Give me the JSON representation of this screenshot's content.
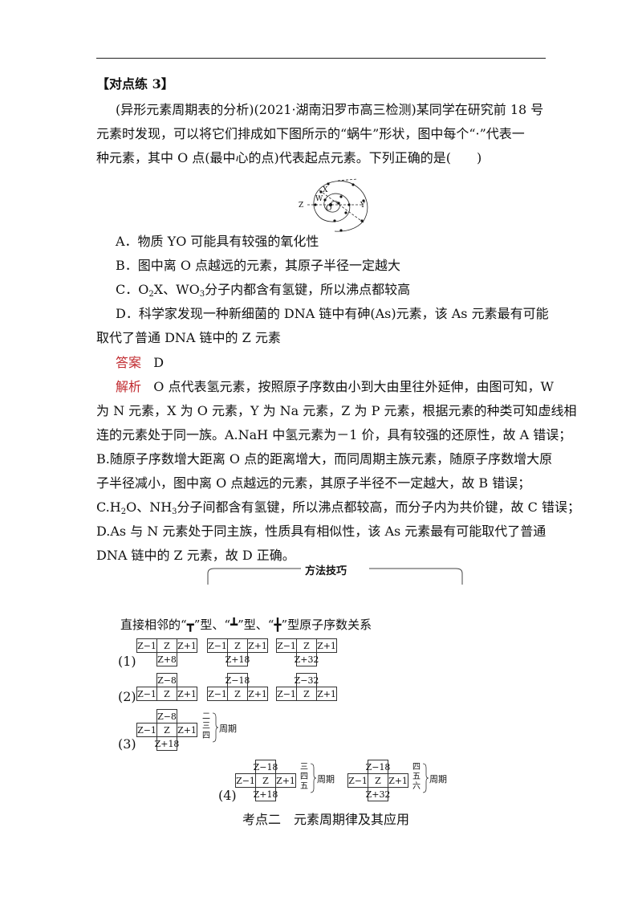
{
  "heading": "【对点练 3】",
  "question": {
    "lines": [
      "(异形元素周期表的分析)(2021·湖南汨罗市高三检测)某同学在研究前 18 号",
      "元素时发现，可以将它们排成如下图所示的“蜗牛”形状，图中每个“·”代表一",
      "种元素，其中 O 点(最中心的点)代表起点元素。下列正确的是(　　)"
    ]
  },
  "figure": {
    "labels": {
      "z": "Z",
      "w": "W",
      "x": "X",
      "o": "O",
      "y": "Y"
    }
  },
  "options": {
    "a": "A．物质 YO 可能具有较强的氧化性",
    "b": "B．图中离 O 点越远的元素，其原子半径一定越大",
    "c_pre": "C．O",
    "c_sub1": "2",
    "c_mid": "X、WO",
    "c_sub2": "3",
    "c_post": "分子内都含有氢键，所以沸点都较高",
    "d1": "D．科学家发现一种新细菌的 DNA 链中有砷(As)元素，该 As 元素最有可能",
    "d2": "取代了普通 DNA 链中的 Z 元素"
  },
  "answer": {
    "label": "答案",
    "value": "D"
  },
  "analysis": {
    "label": "解析",
    "l1": "O 点代表氢元素，按照原子序数由小到大由里往外延伸，由图可知，W",
    "l2": "为 N 元素，X 为 O 元素，Y 为 Na 元素，Z 为 P 元素，根据元素的种类可知虚线相",
    "l3": "连的元素处于同一族。A.NaH 中氢元素为－1 价，具有较强的还原性，故 A 错误；",
    "l4": "B.随原子序数增大距离 O 点的距离增大，而同周期主族元素，随原子序数增大原",
    "l5": "子半径减小，图中离 O 点越远的元素，其原子半径不一定越大，故 B 错误；",
    "l6_pre": "C.H",
    "l6_sub1": "2",
    "l6_mid": "O、NH",
    "l6_sub2": "3",
    "l6_post": "分子间都含有氢键，所以沸点都较高，而分子内为共价键，故 C 错误；",
    "l7": "D.As 与 N 元素处于同主族，性质具有相似性，该 As 元素最有可能取代了普通",
    "l8": "DNA 链中的 Z 元素，故 D 正确。"
  },
  "method": {
    "title": "方法技巧",
    "intro_a": "直接相邻的“",
    "intro_b": "”型、“",
    "intro_c": "”型、“",
    "intro_d": "”型原子序数关系",
    "row_labels": [
      "(1)",
      "(2)",
      "(3)",
      "(4)"
    ],
    "cells": {
      "zm1": "Z−1",
      "z": "Z",
      "zp1": "Z+1",
      "zp8": "Z+8",
      "zp18": "Z+18",
      "zp32": "Z+32",
      "zm8": "Z−8",
      "zm18": "Z−18",
      "zm32": "Z−32"
    },
    "periods_3": [
      "二",
      "三",
      "四"
    ],
    "periods_4a": [
      "三",
      "四",
      "五"
    ],
    "periods_4b": [
      "四",
      "五",
      "六"
    ],
    "period_word": "周期"
  },
  "section_title": "考点二　元素周期律及其应用"
}
